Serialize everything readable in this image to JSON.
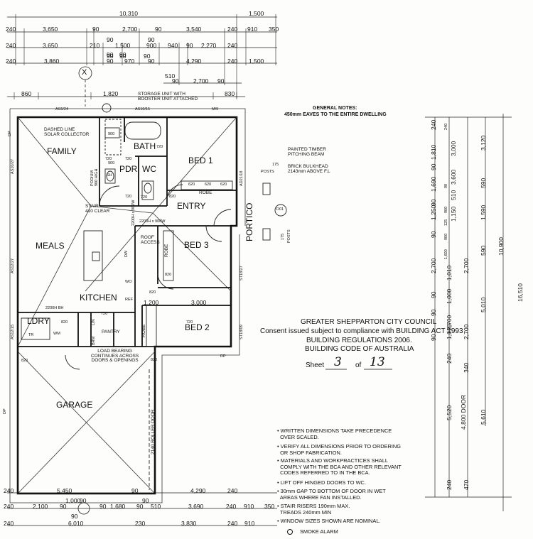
{
  "top_dimensions": {
    "overall": [
      "10,310",
      "1,500"
    ],
    "row1": [
      "240",
      "3,650",
      "90",
      "2,700",
      "90",
      "3,540",
      "240",
      "910",
      "350"
    ],
    "row1b": [
      "90",
      "90"
    ],
    "row2": [
      "240",
      "3,650",
      "210",
      "1,500",
      "900",
      "940",
      "90",
      "2,270",
      "240"
    ],
    "row2b": [
      "90",
      "90",
      "90"
    ],
    "row3": [
      "240",
      "3,860",
      "90",
      "970",
      "90",
      "4,290",
      "240",
      "1,500"
    ],
    "row3b": [
      "90",
      "90"
    ],
    "row4": [
      "510",
      "90",
      "2,700",
      "90"
    ],
    "row5": [
      "860",
      "1,820",
      "830"
    ]
  },
  "plan_labels": {
    "storage_note": "STORAGE UNIT WITH\nBOOSTER UNIT ATTACHED",
    "solar_note": "DASHED LINE\nSOLAR COLLECTOR",
    "timber_note": "PAINTED TIMBER\nPITCHING BEAM",
    "bulkhead_note": "BRICK BULKHEAD\n2143mm ABOVE F.L",
    "load_bearing": "LOAD BEARING\nCONTINUES ACROSS\nDOORS & OPENINGS",
    "roof_access": "ROOF\nACCESS",
    "stair_note": "STAIR\n410 CLEAR",
    "roller_door": "2140 ROLLER DOOR",
    "robe": "ROBE",
    "pantry": "PANTRY",
    "window_codes": [
      "AS5/24",
      "AS10/15",
      "M/9",
      "AS10/27",
      "AS12/27",
      "AS12/15",
      "ST18/27",
      "ST18/09",
      "AD21/18",
      "D01"
    ],
    "door_codes": [
      "720",
      "720",
      "720",
      "720",
      "820",
      "820",
      "820",
      "820",
      "820",
      "820",
      "720",
      "720",
      "720",
      "620",
      "620",
      "620"
    ],
    "ceiling": [
      "2200H x 900W",
      "2200H x 900W",
      "2200H BH"
    ],
    "misc": [
      "SH",
      "LIN",
      "BRM",
      "WO",
      "REF",
      "DW",
      "WM",
      "TR",
      "PODIUM",
      "900 HIGH",
      "900",
      "900",
      "DP",
      "DP",
      "DP",
      "POSTS",
      "175",
      "175",
      "POSTS"
    ]
  },
  "rooms": {
    "family": "FAMILY",
    "bath": "BATH",
    "pdr": "PDR",
    "wc": "WC",
    "bed1": "BED 1",
    "entry": "ENTRY",
    "portico": "PORTICO",
    "meals": "MEALS",
    "bed3": "BED 3",
    "kitchen": "KITCHEN",
    "ldry": "LDRY",
    "bed2": "BED 2",
    "garage": "GARAGE"
  },
  "internal_dims": [
    "1,200",
    "3,000"
  ],
  "grid_marker": "X",
  "general_notes": {
    "title": "GENERAL NOTES:",
    "text": "450mm EAVES TO THE ENTIRE DWELLING"
  },
  "right_dimensions": {
    "col1": [
      "240",
      "1,810",
      "1,690",
      "1,250",
      "2,700",
      "1,010",
      "1,000",
      "2,700",
      "1,010",
      "240",
      "5,520",
      "240"
    ],
    "col1b": [
      "90",
      "90",
      "90",
      "90",
      "90",
      "90"
    ],
    "col2": [
      "240",
      "900",
      "125",
      "900",
      "1,600",
      "90"
    ],
    "col3": [
      "3,000",
      "3,600",
      "510",
      "1,150",
      "2,700",
      "2,700",
      "340",
      "4,800 DOOR",
      "470"
    ],
    "col4": [
      "3,120",
      "590",
      "1,590",
      "590",
      "5,010",
      "5,610"
    ],
    "col5": [
      "10,900",
      "16,510"
    ]
  },
  "council": {
    "name": "GREATER SHEPPARTON CITY COUNCIL",
    "line1": "Consent issued subject to compliance with BUILDING ACT 1993",
    "line2": "BUILDING REGULATIONS 2006.",
    "line3": "BUILDING CODE OF AUSTRALIA",
    "sheet_label": "Sheet",
    "sheet_no": "3",
    "of_label": "of",
    "sheet_total": "13"
  },
  "notes": [
    "• WRITTEN DIMENSIONS TAKE PRECEDENCE\n  OVER SCALED.",
    "• VERIFY ALL DIMENSIONS PRIOR TO ORDERING\n  OR SHOP FABRICATION.",
    "• MATERIALS AND WORKPRACTICES SHALL\n  COMPLY WITH THE BCA AND OTHER RELEVANT\n  CODES REFERRED TO IN THE BCA.",
    "• LIFT OFF HINGED DOORS TO WC.",
    "• 30mm GAP TO BOTTOM OF DOOR IN WET\n  AREAS WHERE FAN INSTALLED.",
    "• STAIR RISERS 190mm MAX.\n  TREADS 240mm MIN",
    "• WINDOW SIZES SHOWN ARE NOMINAL."
  ],
  "legend": {
    "smoke_alarm": "SMOKE ALARM"
  },
  "bottom_dimensions": {
    "row1": [
      "240",
      "5,450",
      "90",
      "4,290",
      "240"
    ],
    "row1b": [
      "1,000"
    ],
    "row2": [
      "240",
      "2,100",
      "90",
      "90",
      "1,680",
      "90",
      "510",
      "3,690",
      "240",
      "910",
      "350"
    ],
    "row2b": [
      "90",
      "90",
      "90"
    ],
    "row3": [
      "240",
      "6,010",
      "230",
      "3,830",
      "240",
      "910"
    ]
  }
}
